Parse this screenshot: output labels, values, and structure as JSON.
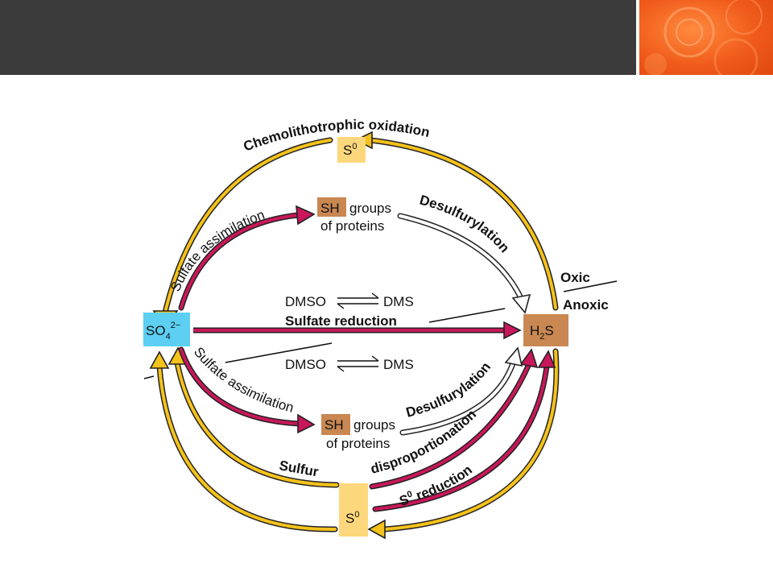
{
  "colors": {
    "header": "#3b3b3b",
    "tile": "#f05a1a",
    "yellow_arrow": "#f5c21b",
    "magenta_arrow": "#c8175a",
    "s0_node": "#fdd77b",
    "sh_node": "#c98752",
    "h2s_node": "#c98752",
    "so4_node": "#5ccff3"
  },
  "nodes": {
    "so4": {
      "base": "SO",
      "sub": "4",
      "sup": "2−"
    },
    "h2s": {
      "pre": "H",
      "sub": "2",
      "post": "S"
    },
    "s0_top": {
      "base": "S",
      "sup": "0"
    },
    "s0_bottom": {
      "base": "S",
      "sup": "0"
    },
    "sh_top": {
      "tag": "SH",
      "line1": "groups",
      "line2": "of proteins"
    },
    "sh_bottom": {
      "tag": "SH",
      "line1": "groups",
      "line2": "of proteins"
    }
  },
  "labels": {
    "chemolithotrophic_oxidation": "Chemolithotrophic oxidation",
    "sulfate_assimilation_top": "Sulfate assimilation",
    "sulfate_assimilation_bottom": "Sulfate assimilation",
    "desulfurylation_top": "Desulfurylation",
    "desulfurylation_bottom": "Desulfurylation",
    "sulfate_reduction": "Sulfate reduction",
    "dmso_top": "DMSO",
    "dms_top": "DMS",
    "dmso_bottom": "DMSO",
    "dms_bottom": "DMS",
    "oxic": "Oxic",
    "anoxic": "Anoxic",
    "sulfur": "Sulfur",
    "disproportionation": "disproportionation",
    "s0_reduction_base": "S",
    "s0_reduction_sup": "0",
    "s0_reduction_rest": " reduction"
  }
}
